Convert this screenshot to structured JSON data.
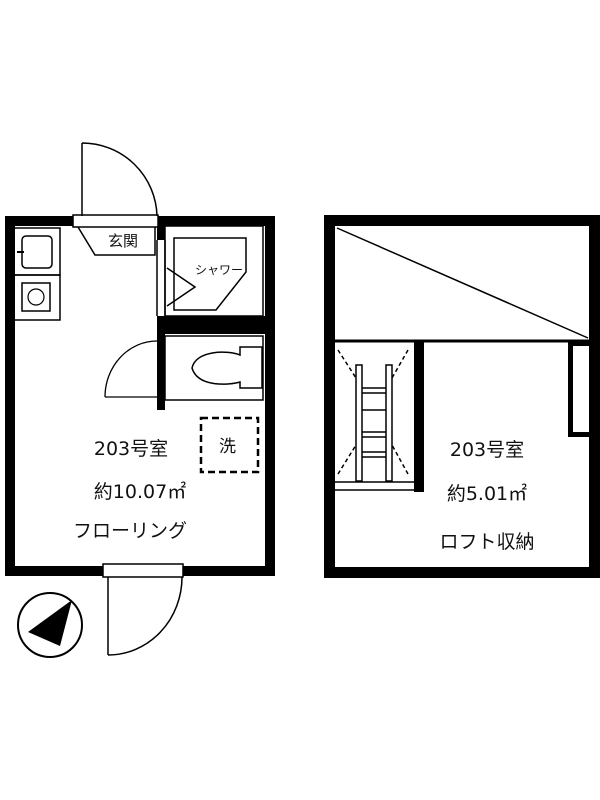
{
  "main_room": {
    "room_number": "203号室",
    "area": "約10.07㎡",
    "floor_type": "フローリング"
  },
  "labels": {
    "entrance": "玄関",
    "shower": "シャワー",
    "washer": "洗"
  },
  "loft": {
    "room_number": "203号室",
    "area": "約5.01㎡",
    "type": "ロフト収納"
  },
  "colors": {
    "wall": "#000000",
    "background": "#ffffff"
  }
}
